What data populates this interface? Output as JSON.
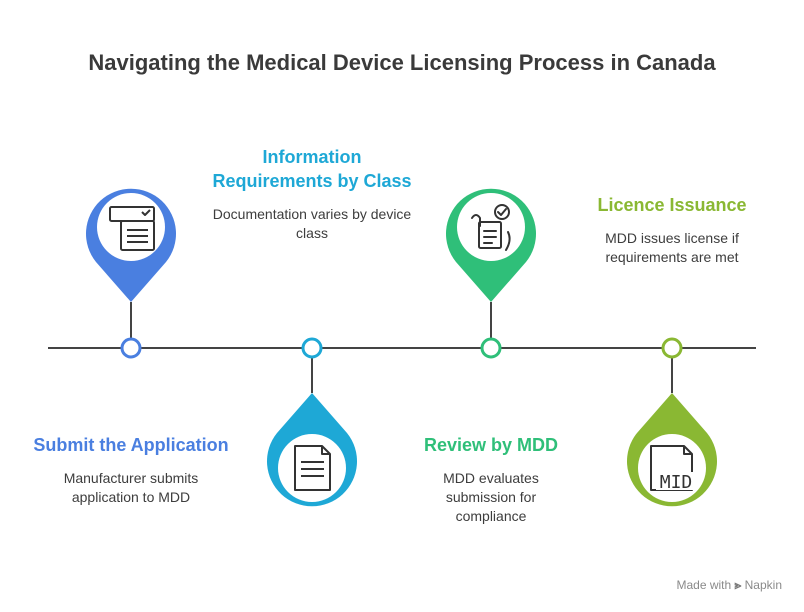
{
  "title": "Navigating the Medical Device Licensing Process in Canada",
  "colors": {
    "step1": "#4a7fe0",
    "step2": "#1ea8d6",
    "step3": "#2fbf79",
    "step4": "#8ab833",
    "line": "#444444"
  },
  "steps": [
    {
      "title": "Submit the Application",
      "description": "Manufacturer submits application to MDD",
      "icon": "form-document-icon"
    },
    {
      "title": "Information Requirements by Class",
      "description": "Documentation varies by device class",
      "icon": "document-icon"
    },
    {
      "title": "Review by MDD",
      "description": "MDD evaluates submission for compliance",
      "icon": "review-checklist-icon"
    },
    {
      "title": "Licence Issuance",
      "description": "MDD issues license if requirements are met",
      "icon": "mid-license-icon"
    }
  ],
  "footer": {
    "made_with": "Made with",
    "brand": "Napkin"
  }
}
